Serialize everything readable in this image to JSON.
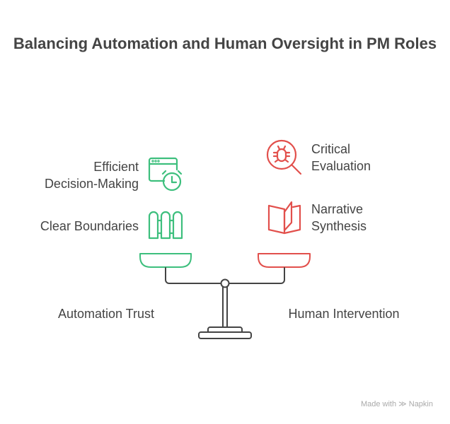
{
  "title": "Balancing Automation and Human Oversight in PM Roles",
  "left": {
    "label": "Automation Trust",
    "items": [
      {
        "line1": "Efficient",
        "line2": "Decision-Making",
        "icon": "browser-clock-icon"
      },
      {
        "line1": "Clear Boundaries",
        "icon": "fence-icon"
      }
    ]
  },
  "right": {
    "label": "Human Intervention",
    "items": [
      {
        "line1": "Critical",
        "line2": "Evaluation",
        "icon": "bug-magnifier-icon"
      },
      {
        "line1": "Narrative",
        "line2": "Synthesis",
        "icon": "open-book-icon"
      }
    ]
  },
  "footer": {
    "made_with": "Made with",
    "brand": "Napkin"
  },
  "colors": {
    "green": "#3dbf7d",
    "red": "#e2504c",
    "dark": "#444444"
  }
}
